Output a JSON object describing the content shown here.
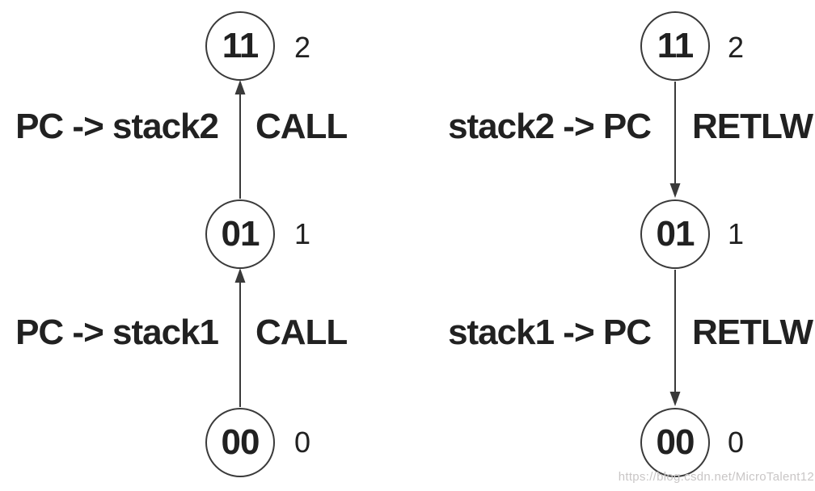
{
  "theme": {
    "ink": "#212121",
    "line": "#3a3a3a",
    "background": "#ffffff",
    "watermark": "#c9c6c6"
  },
  "diagram": {
    "type": "state-transition-diagram",
    "left_chain": {
      "direction": "up",
      "nodes": [
        {
          "label": "11",
          "index": "2"
        },
        {
          "label": "01",
          "index": "1"
        },
        {
          "label": "00",
          "index": "0"
        }
      ],
      "edges": [
        {
          "action": "PC -> stack2",
          "instruction": "CALL",
          "from": "01",
          "to": "11"
        },
        {
          "action": "PC -> stack1",
          "instruction": "CALL",
          "from": "00",
          "to": "01"
        }
      ]
    },
    "right_chain": {
      "direction": "down",
      "nodes": [
        {
          "label": "11",
          "index": "2"
        },
        {
          "label": "01",
          "index": "1"
        },
        {
          "label": "00",
          "index": "0"
        }
      ],
      "edges": [
        {
          "action": "stack2 -> PC",
          "instruction": "RETLW",
          "from": "11",
          "to": "01"
        },
        {
          "action": "stack1 -> PC",
          "instruction": "RETLW",
          "from": "01",
          "to": "00"
        }
      ]
    },
    "watermark": "https://blog.csdn.net/MicroTalent12"
  }
}
